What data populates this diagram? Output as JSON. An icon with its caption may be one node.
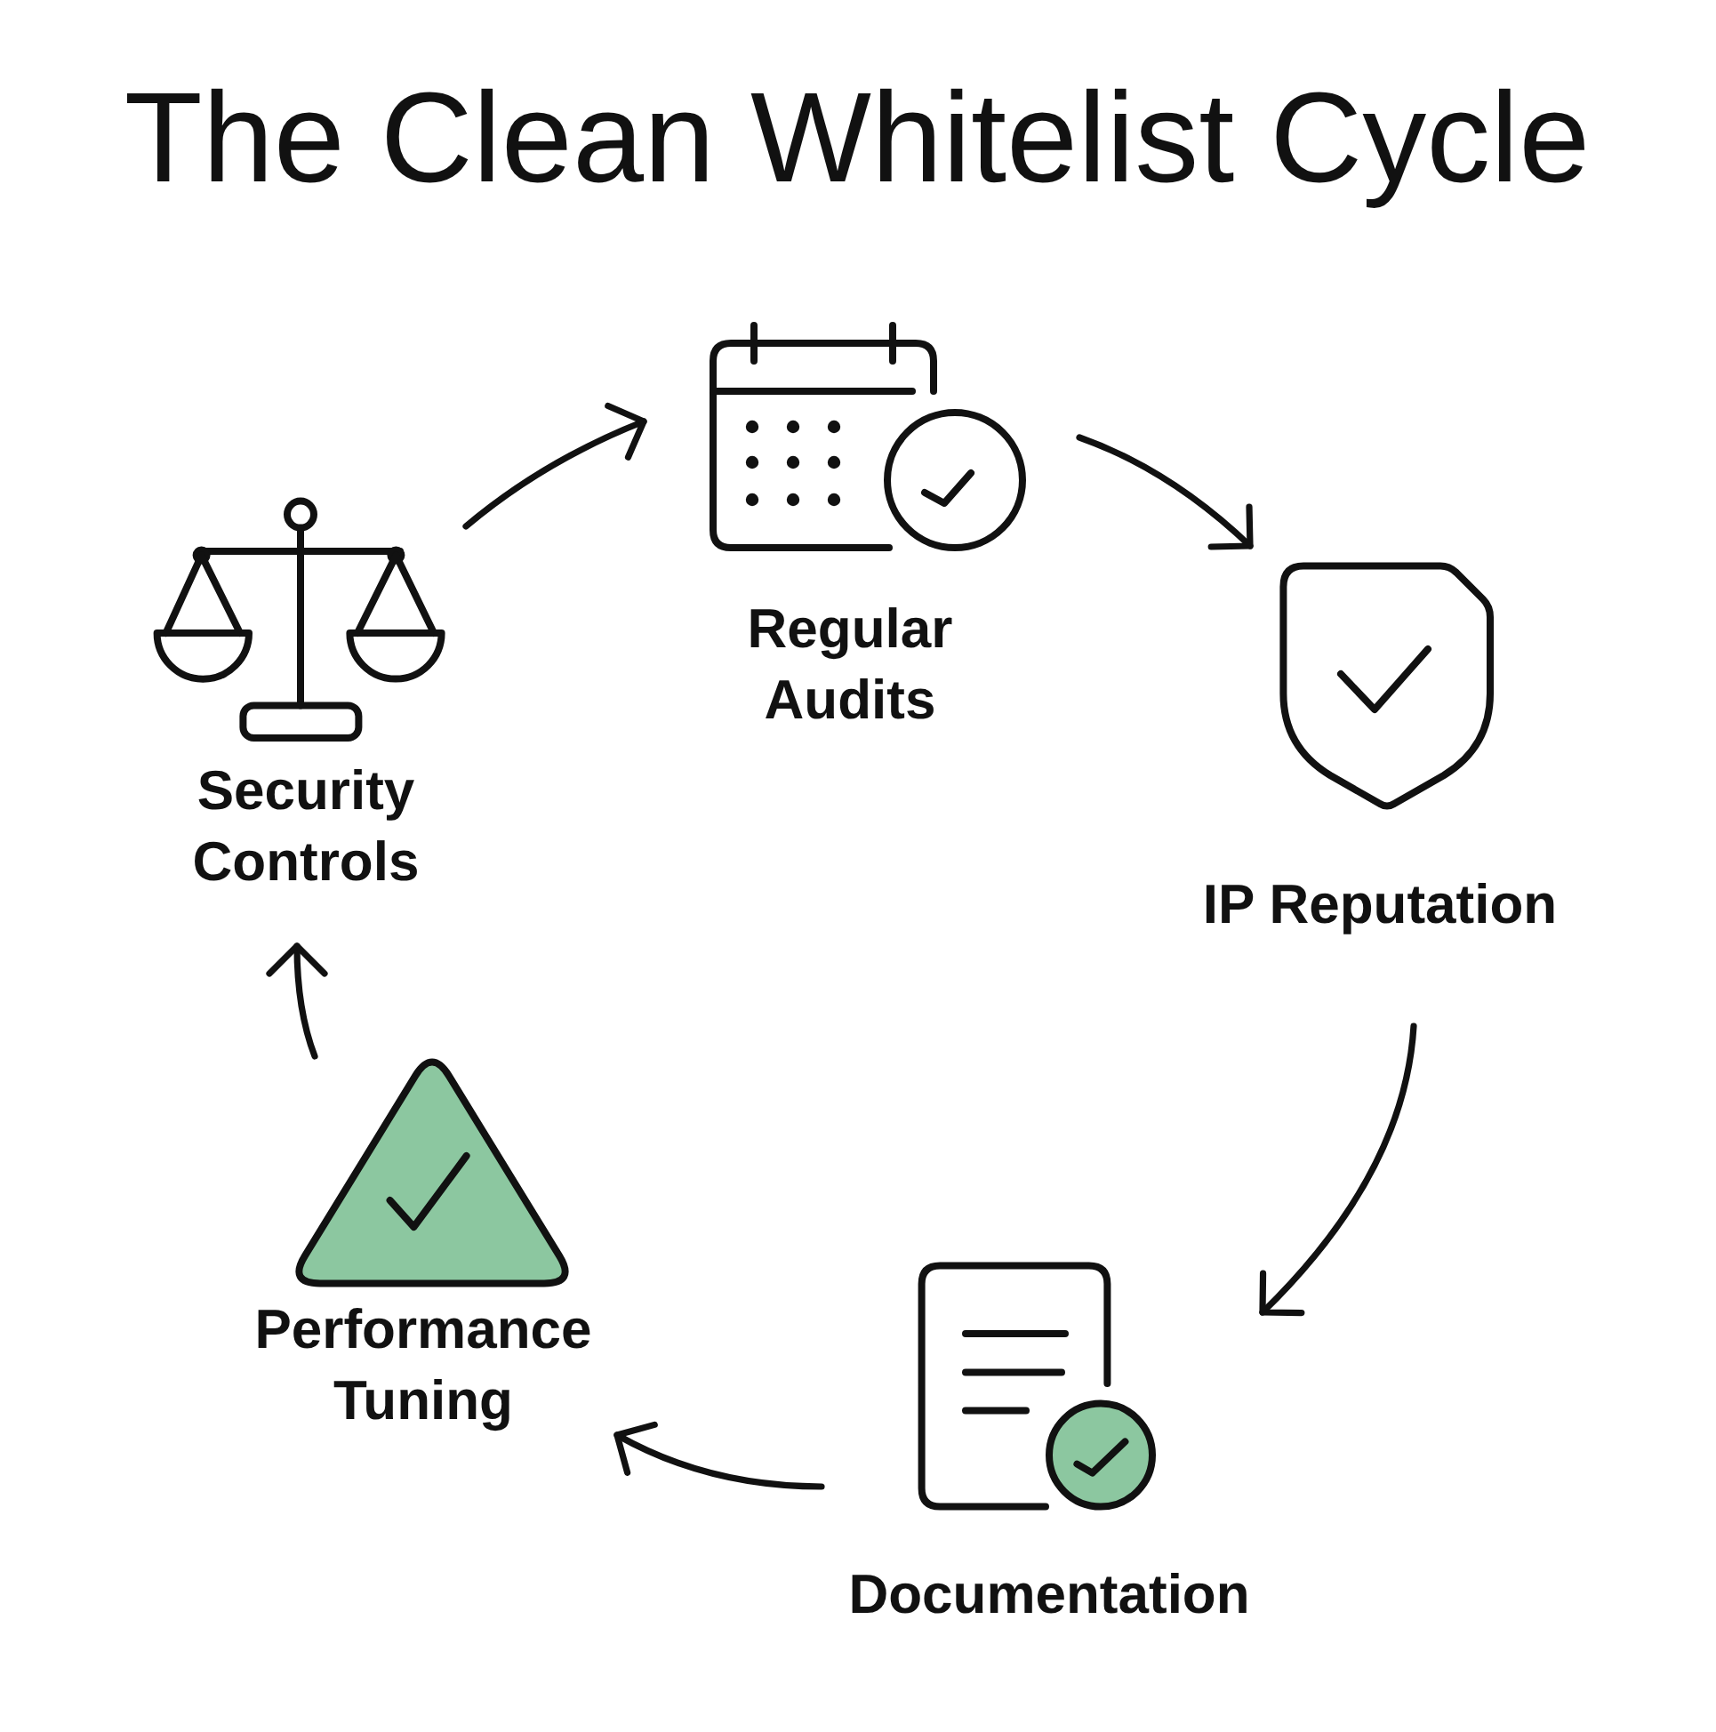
{
  "diagram": {
    "title": "The Clean Whitelist Cycle",
    "nodes": [
      {
        "text": [
          "Regular Audits"
        ]
      },
      {
        "text": [
          "IP Reputation"
        ]
      },
      {
        "text": [
          "Documentation"
        ]
      },
      {
        "text": [
          "Performance Tuning"
        ]
      },
      {
        "text": [
          "Security Controls"
        ]
      }
    ],
    "edges": [
      {
        "from": 0,
        "to": 1,
        "arrow": "to"
      },
      {
        "from": 1,
        "to": 2,
        "arrow": "to"
      },
      {
        "from": 2,
        "to": 3,
        "arrow": "to"
      },
      {
        "from": 3,
        "to": 4,
        "arrow": "to"
      },
      {
        "from": 4,
        "to": 0,
        "arrow": "to"
      }
    ]
  }
}
